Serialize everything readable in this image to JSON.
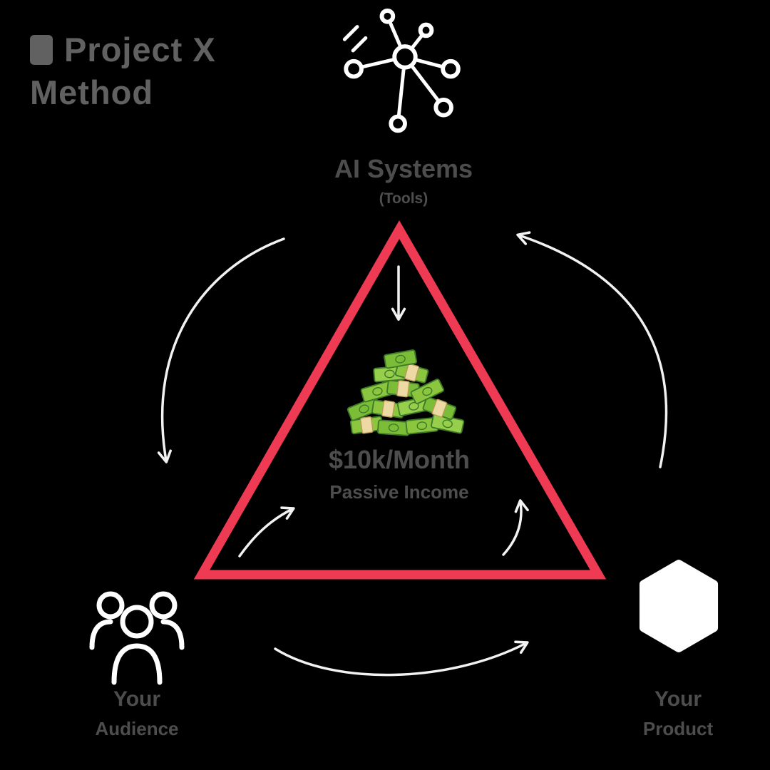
{
  "colors": {
    "background": "#000000",
    "triangle": "#ee3a53",
    "arrows": "#ffffff",
    "icons": "#ffffff",
    "money_green": "#8cc63f",
    "money_band": "#ecd9a4",
    "faded_text": "rgba(255,255,255,0.3)"
  },
  "title": {
    "bullet_icon": "block-bullet-icon",
    "line1": "Project X",
    "line2": "Method"
  },
  "nodes": {
    "top": {
      "icon": "network-nodes-icon",
      "line1": "AI Systems",
      "line2": "(Tools)"
    },
    "center": {
      "icon": "money-pile-icon",
      "line1": "$10k/Month",
      "line2": "Passive Income"
    },
    "bottom_left": {
      "icon": "people-group-icon",
      "line1": "Your",
      "line2": "Audience"
    },
    "bottom_right": {
      "icon": "hexagon-box-icon",
      "line1": "Your",
      "line2": "Product"
    }
  }
}
